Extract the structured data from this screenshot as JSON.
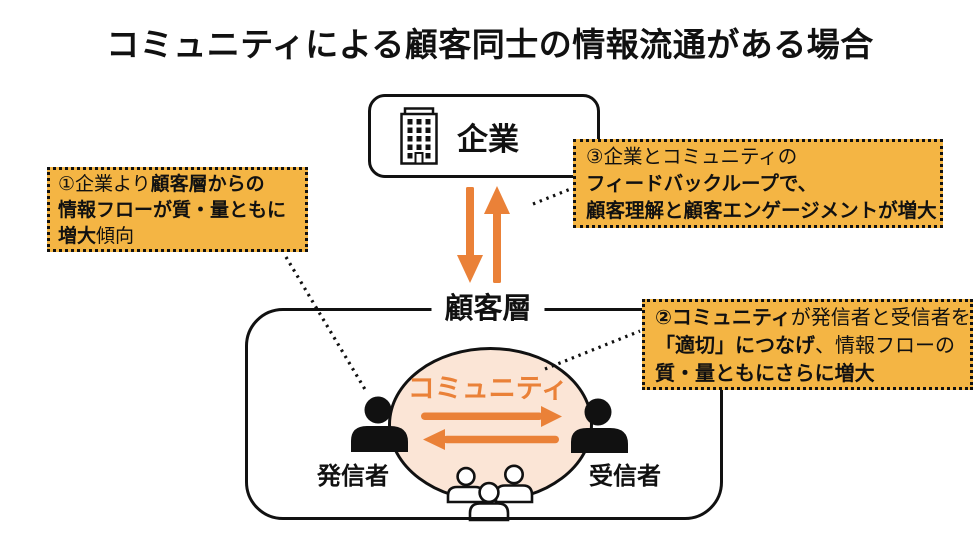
{
  "title": "コミュニティによる顧客同士の情報流通がある場合",
  "colors": {
    "callout_bg": "#F4B544",
    "accent_orange": "#EA8138",
    "ellipse_fill": "#FBE5D6",
    "ink": "#111111"
  },
  "company": {
    "label": "企業"
  },
  "customer_layer": {
    "label": "顧客層"
  },
  "community": {
    "label": "コミュニティ"
  },
  "sender": {
    "label": "発信者"
  },
  "receiver": {
    "label": "受信者"
  },
  "icons": {
    "company": "building-icon",
    "sender": "sender-person-icon",
    "receiver": "receiver-person-icon",
    "community_members": "community-people-icon",
    "company_to_customer": "down-arrow-icon",
    "customer_to_company": "up-arrow-icon",
    "sender_to_receiver": "right-arrow-icon",
    "receiver_to_sender": "left-arrow-icon"
  },
  "callouts": {
    "c1": {
      "lines": [
        [
          {
            "t": "①企業より",
            "b": false
          },
          {
            "t": "顧客層からの",
            "b": true
          }
        ],
        [
          {
            "t": "情報フローが質・量ともに",
            "b": true
          }
        ],
        [
          {
            "t": "増大",
            "b": true
          },
          {
            "t": "傾向",
            "b": false
          }
        ]
      ]
    },
    "c2": {
      "lines": [
        [
          {
            "t": "②コミュニティ",
            "b": true
          },
          {
            "t": "が発信者と受信者を",
            "b": false
          }
        ],
        [
          {
            "t": "「適切」につなげ",
            "b": true
          },
          {
            "t": "、情報フローの",
            "b": false
          }
        ],
        [
          {
            "t": "質・量ともにさらに増大",
            "b": true
          }
        ]
      ]
    },
    "c3": {
      "lines": [
        [
          {
            "t": "③企業とコミュニティの",
            "b": false
          }
        ],
        [
          {
            "t": "フィードバックループで、",
            "b": true
          }
        ],
        [
          {
            "t": "顧客理解と顧客エンゲージメントが増大",
            "b": true
          }
        ]
      ]
    }
  }
}
